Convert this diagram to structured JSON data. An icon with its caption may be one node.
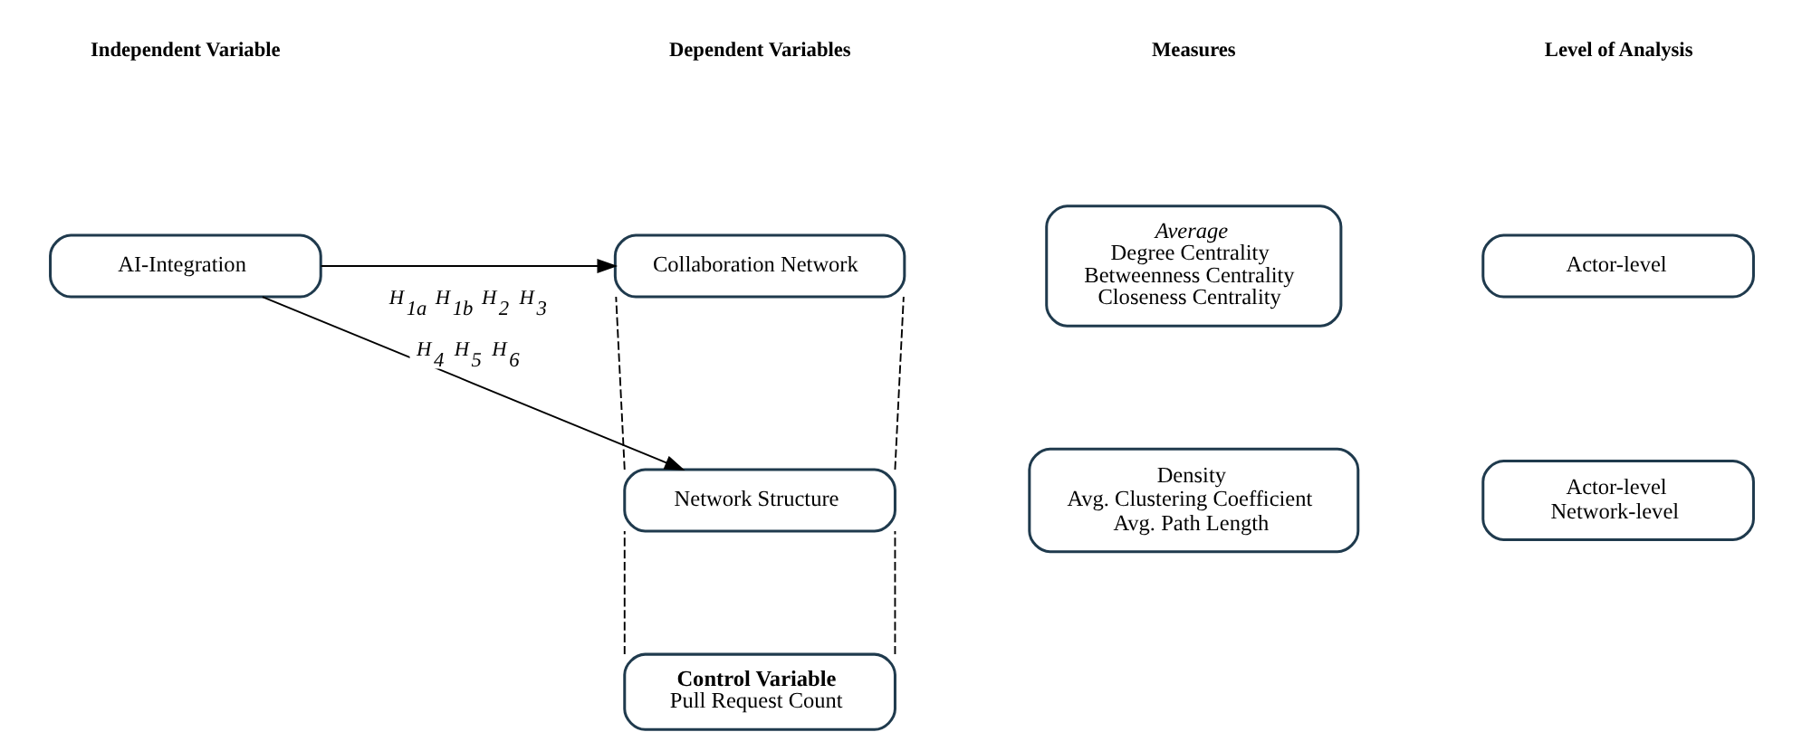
{
  "diagram": {
    "nodes": [
      {
        "text": [
          "AI-Integration"
        ]
      },
      {
        "text": [
          "Collaboration Network"
        ]
      },
      {
        "text": [
          "Network Structure"
        ]
      },
      {
        "text": [
          "Control Variable",
          "Pull Request Count"
        ]
      },
      {
        "text": [
          "Average",
          "Degree Centrality",
          "Betweenness Centrality",
          "Closeness Centrality"
        ]
      },
      {
        "text": [
          "Density",
          "Avg. Clustering Coefficient",
          "Avg. Path Length"
        ]
      },
      {
        "text": [
          "Actor-level"
        ]
      },
      {
        "text": [
          "Actor-level",
          "Network-level"
        ]
      }
    ],
    "edges": [
      {
        "from": 0,
        "to": 1,
        "arrow": "to",
        "label": "H$_{1a}$ H$_{1b}$ H$_{2}$ H$_{3}$"
      },
      {
        "from": 0,
        "to": 2,
        "arrow": "to",
        "label": "H$_{4}$ H$_{5}$ H$_{6}$"
      },
      {
        "from": 1,
        "to": 2,
        "arrow": "none",
        "style": "dashed"
      },
      {
        "from": 1,
        "to": 2,
        "arrow": "none",
        "style": "dashed"
      },
      {
        "from": 2,
        "to": 3,
        "arrow": "none",
        "style": "dashed"
      },
      {
        "from": 2,
        "to": 3,
        "arrow": "none",
        "style": "dashed"
      }
    ],
    "labels": [
      "Independent Variable",
      "Dependent Variables",
      "Measures",
      "Level of Analysis"
    ]
  }
}
